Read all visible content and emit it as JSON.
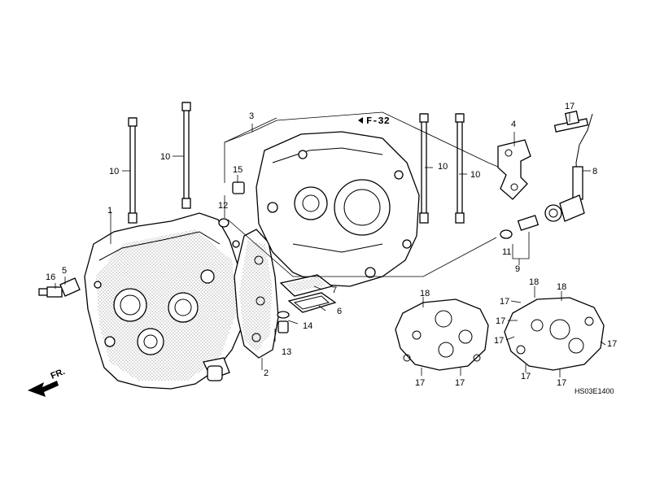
{
  "diagram": {
    "code": "HS03E1400",
    "reference": "F-32",
    "front_arrow": "FR.",
    "callouts": {
      "c1": "1",
      "c2": "2",
      "c3": "3",
      "c4": "4",
      "c5": "5",
      "c6": "6",
      "c7": "7",
      "c8": "8",
      "c9": "9",
      "c10a": "10",
      "c10b": "10",
      "c10c": "10",
      "c10d": "10",
      "c11": "11",
      "c12": "12",
      "c13": "13",
      "c14": "14",
      "c15": "15",
      "c16": "16",
      "c17a": "17",
      "c17b": "17",
      "c17c": "17",
      "c17d": "17",
      "c17e": "17",
      "c17f": "17",
      "c17g": "17",
      "c17h": "17",
      "c17i": "17",
      "c18a": "18",
      "c18b": "18",
      "c18c": "18"
    }
  }
}
